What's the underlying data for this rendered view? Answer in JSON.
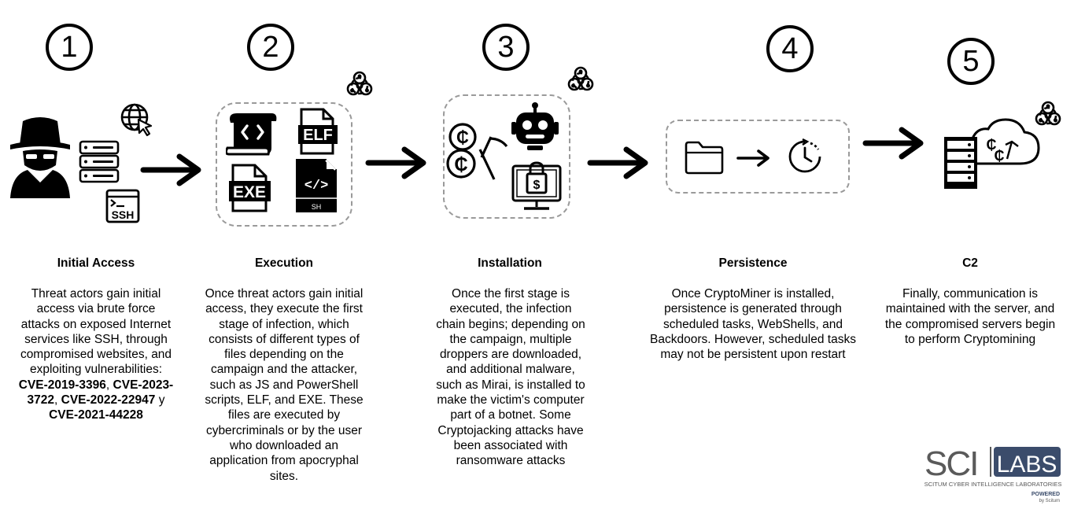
{
  "stages": [
    {
      "number": "1",
      "title": "Initial Access",
      "description_parts": [
        {
          "text": "Threat actors gain initial access via brute force attacks on exposed Internet services like SSH, through compromised websites, and exploiting vulnerabilities: ",
          "bold": false
        },
        {
          "text": "CVE-2019-3396",
          "bold": true
        },
        {
          "text": ", ",
          "bold": false
        },
        {
          "text": "CVE-2023-3722",
          "bold": true
        },
        {
          "text": ", ",
          "bold": false
        },
        {
          "text": "CVE-2022-22947",
          "bold": true
        },
        {
          "text": " y ",
          "bold": false
        },
        {
          "text": "CVE-2021-44228",
          "bold": true
        }
      ]
    },
    {
      "number": "2",
      "title": "Execution",
      "description_parts": [
        {
          "text": "Once threat actors gain initial access, they execute the first stage of infection, which consists of different types of files depending on the campaign and the attacker, such as JS and PowerShell scripts, ELF, and EXE. These files are executed by cybercriminals or by the user who downloaded an application from apocryphal sites.",
          "bold": false
        }
      ]
    },
    {
      "number": "3",
      "title": "Installation",
      "description_parts": [
        {
          "text": "Once the first stage is executed, the infection chain begins; depending on the campaign, multiple droppers are downloaded, and additional malware, such as Mirai, is installed to make the victim's computer part of a botnet. Some Cryptojacking attacks have been associated with ransomware attacks",
          "bold": false
        }
      ]
    },
    {
      "number": "4",
      "title": "Persistence",
      "description_parts": [
        {
          "text": "Once CryptoMiner is installed, persistence is generated through scheduled tasks, WebShells, and Backdoors. However, scheduled tasks may not be persistent upon restart",
          "bold": false
        }
      ]
    },
    {
      "number": "5",
      "title": "C2",
      "description_parts": [
        {
          "text": "Finally, communication is maintained with the server, and the compromised servers begin to perform Cryptomining",
          "bold": false
        }
      ]
    }
  ],
  "icon_labels": {
    "ssh": "SSH",
    "elf": "ELF",
    "exe": "EXE",
    "sh": "SH",
    "code_brackets": "</>"
  },
  "icons": [
    "hacker-icon",
    "globe-cursor-icon",
    "server-rack-icon",
    "ssh-terminal-icon",
    "biohazard-icon",
    "script-scroll-icon",
    "elf-file-icon",
    "exe-file-icon",
    "sh-file-icon",
    "crypto-coins-pickaxe-icon",
    "robot-icon",
    "locked-monitor-icon",
    "folder-icon",
    "arrow-right-icon",
    "clock-restart-icon",
    "server-cloud-icon"
  ],
  "logo": {
    "part1": "SCI",
    "part2": "LABS",
    "tagline": "SCITUM CYBER INTELLIGENCE LABORATORIES",
    "powered": "POWERED",
    "by": "by Scitum"
  },
  "colors": {
    "ink": "#000000",
    "dashed_border": "#9a9a9a",
    "logo_grey": "#5a5a5a",
    "logo_navy": "#3b4c6b"
  }
}
